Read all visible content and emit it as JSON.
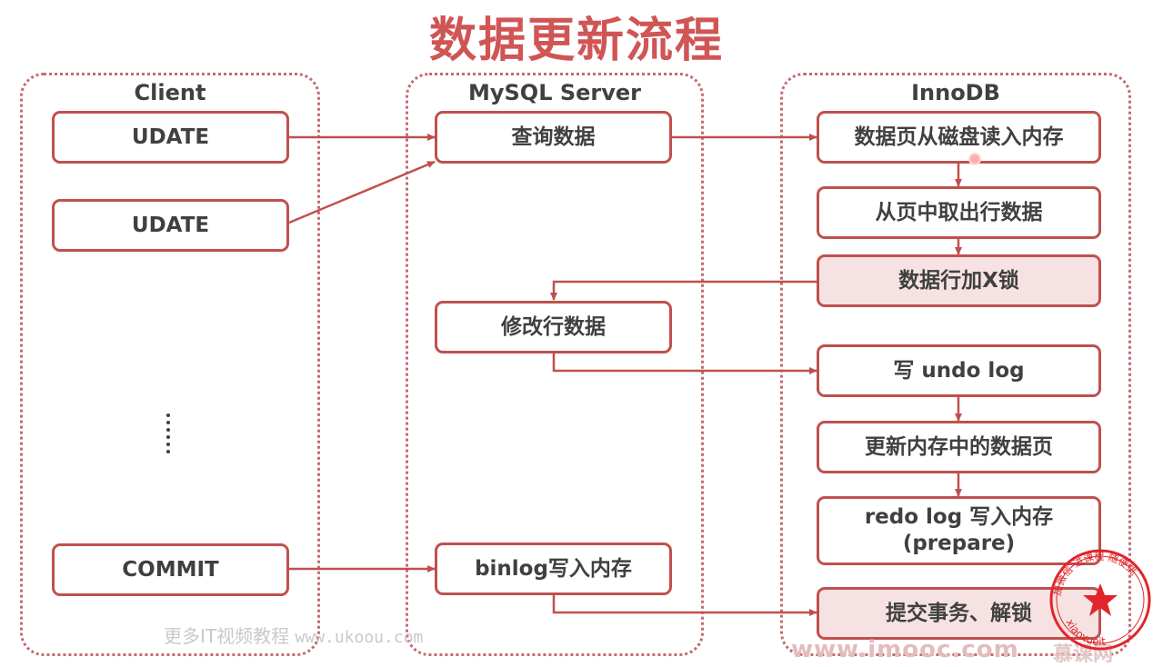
{
  "title": "数据更新流程",
  "lanes": {
    "client": "Client",
    "server": "MySQL Server",
    "innodb": "InnoDB"
  },
  "client_boxes": {
    "update1": "UDATE",
    "update2": "UDATE",
    "commit": "COMMIT"
  },
  "server_boxes": {
    "query": "查询数据",
    "modify": "修改行数据",
    "binlog": "binlog写入内存"
  },
  "innodb_boxes": {
    "load_page": "数据页从磁盘读入内存",
    "fetch_row": "从页中取出行数据",
    "lock_row": "数据行加X锁",
    "undo": "写 undo log",
    "update_page": "更新内存中的数据页",
    "redo_line1": "redo log 写入内存",
    "redo_line2": "(prepare)",
    "commit_unlock": "提交事务、解锁"
  },
  "watermarks": {
    "left_cn": "更多IT视频教程",
    "left_url": "www.ukoou.com",
    "bottom_url": "www.imooc.com",
    "brand": "慕课网",
    "seal_top": "加微信 进课程 随便挑",
    "seal_bottom": "xiaoxueit"
  },
  "colors": {
    "title": "#d05555",
    "box_border": "#c0504d",
    "lane_border": "#c46a72",
    "highlight_fill": "#f6e2e2",
    "seal": "#e0262a"
  }
}
